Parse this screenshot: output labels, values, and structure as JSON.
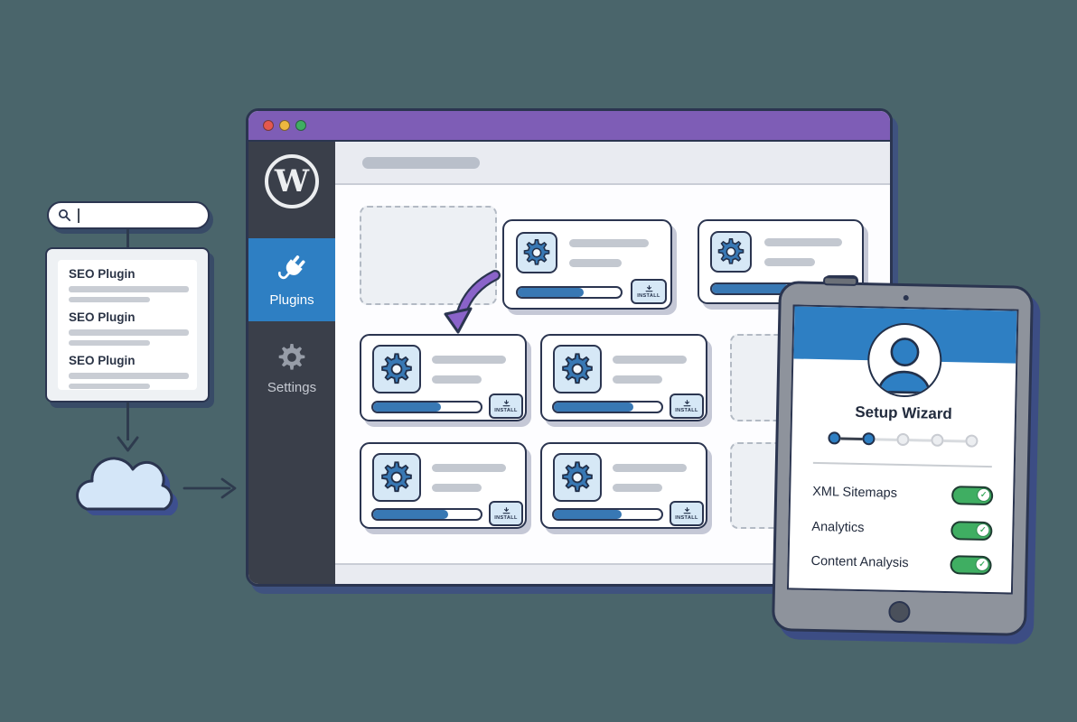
{
  "colors": {
    "background": "#4a656b",
    "titlebar_purple": "#7e5db6",
    "sidebar_dark": "#3a3f4a",
    "accent_blue": "#2e7fc3",
    "gear_blue": "#3878b4",
    "toggle_green": "#3fae62",
    "outline_navy": "#2b3550",
    "arrow_purple": "#8a63c9",
    "traffic_red": "#e4584e",
    "traffic_yellow": "#edb73f",
    "traffic_green": "#3fae62"
  },
  "search": {
    "value": "",
    "placeholder": ""
  },
  "seo_list": {
    "items": [
      {
        "title": "SEO Plugin"
      },
      {
        "title": "SEO Plugin"
      },
      {
        "title": "SEO Plugin"
      }
    ]
  },
  "browser": {
    "sidebar": {
      "logo_letter": "W",
      "items": [
        {
          "label": "Plugins",
          "active": true
        },
        {
          "label": "Settings",
          "active": false
        }
      ]
    },
    "cards": {
      "install_label": "INSTALL"
    }
  },
  "tablet": {
    "title": "Setup Wizard",
    "steps": {
      "total": 5,
      "completed": 2
    },
    "check_glyph": "✓",
    "toggles": [
      {
        "label": "XML Sitemaps",
        "state": "on"
      },
      {
        "label": "Analytics",
        "state": "on"
      },
      {
        "label": "Content Analysis",
        "state": "on"
      }
    ]
  }
}
